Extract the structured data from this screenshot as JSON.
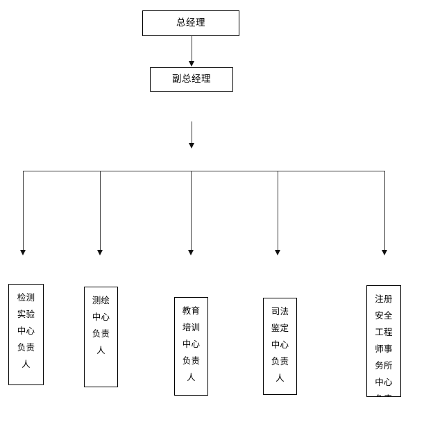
{
  "diagram": {
    "type": "organization-chart",
    "background_color": "#ffffff",
    "line_color": "#3a3a3a",
    "text_color": "#000000",
    "levels": [
      {
        "level": 1,
        "nodes": [
          {
            "id": "general-manager",
            "label": "总经理"
          }
        ]
      },
      {
        "level": 2,
        "nodes": [
          {
            "id": "deputy-general-manager",
            "label": "副总经理"
          }
        ]
      },
      {
        "level": 3,
        "nodes": [
          {
            "id": "testing-lab-center",
            "label": "检测实验中心负责人"
          },
          {
            "id": "surveying-mapping-center",
            "label": "测绘中心负责人"
          },
          {
            "id": "education-training-center",
            "label": "教育培训中心负责人"
          },
          {
            "id": "judicial-appraisal-center",
            "label": "司法鉴定中心负责人"
          },
          {
            "id": "registered-safety-engineer-office",
            "label": "注册安全工程师事务所中心负责人"
          }
        ]
      }
    ],
    "connectors": {
      "gm_to_deputy": "arrow-down",
      "deputy_to_bus": "arrow-down",
      "bus_to_units": "five-branch-arrows"
    }
  }
}
